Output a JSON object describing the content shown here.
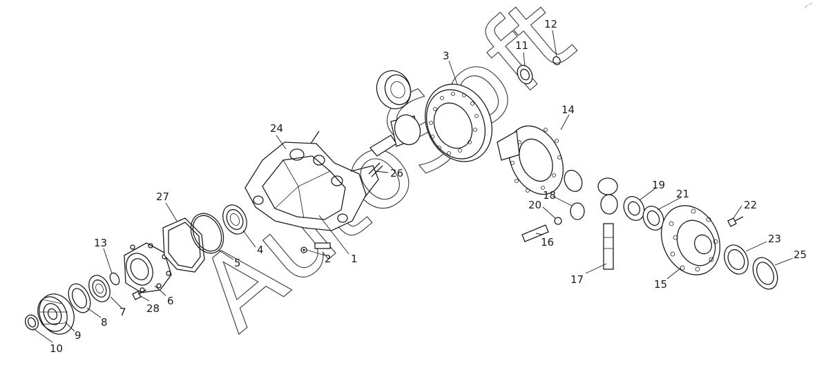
{
  "watermark": {
    "text": "AutoSoft",
    "color": "#444444"
  },
  "corner_mark": "e⁰ ᵉᵉᵉ",
  "colors": {
    "line": "#1a1a1a",
    "background": "#ffffff"
  },
  "callouts": [
    {
      "id": "1",
      "label": "1"
    },
    {
      "id": "2",
      "label": "2"
    },
    {
      "id": "3",
      "label": "3"
    },
    {
      "id": "4",
      "label": "4"
    },
    {
      "id": "5",
      "label": "5"
    },
    {
      "id": "6",
      "label": "6"
    },
    {
      "id": "7",
      "label": "7"
    },
    {
      "id": "8",
      "label": "8"
    },
    {
      "id": "9",
      "label": "9"
    },
    {
      "id": "10",
      "label": "10"
    },
    {
      "id": "11",
      "label": "11"
    },
    {
      "id": "12",
      "label": "12"
    },
    {
      "id": "13",
      "label": "13"
    },
    {
      "id": "14",
      "label": "14"
    },
    {
      "id": "15",
      "label": "15"
    },
    {
      "id": "16",
      "label": "16"
    },
    {
      "id": "17",
      "label": "17"
    },
    {
      "id": "18",
      "label": "18"
    },
    {
      "id": "19",
      "label": "19"
    },
    {
      "id": "20",
      "label": "20"
    },
    {
      "id": "21",
      "label": "21"
    },
    {
      "id": "22",
      "label": "22"
    },
    {
      "id": "23",
      "label": "23"
    },
    {
      "id": "24",
      "label": "24"
    },
    {
      "id": "25",
      "label": "25"
    },
    {
      "id": "26",
      "label": "26"
    },
    {
      "id": "27",
      "label": "27"
    },
    {
      "id": "28",
      "label": "28"
    }
  ]
}
